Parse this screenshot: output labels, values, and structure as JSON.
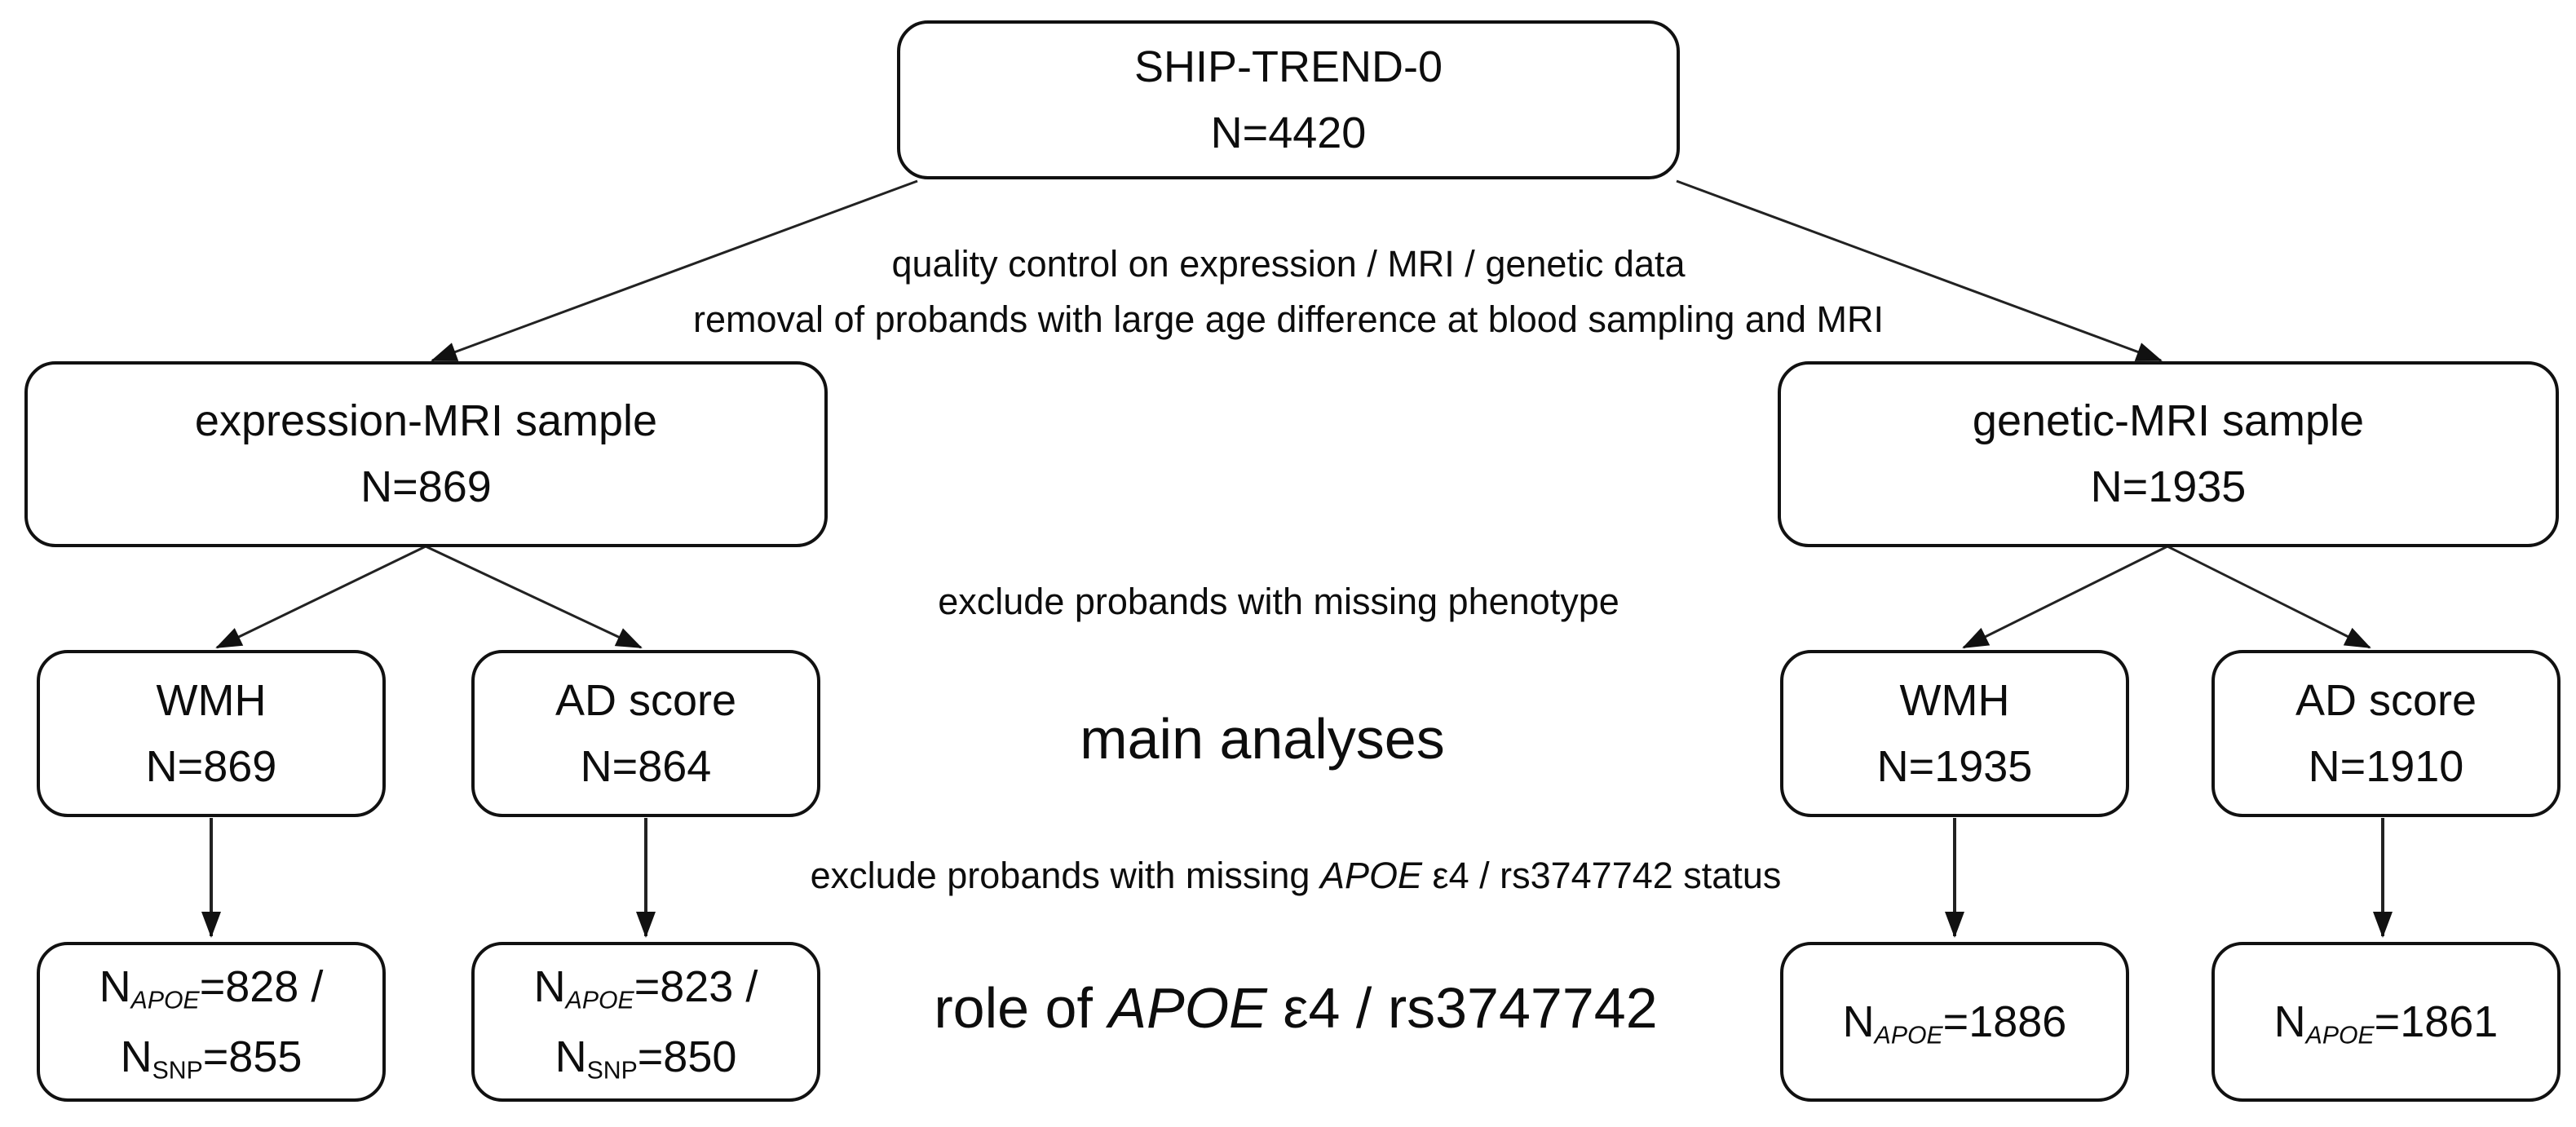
{
  "diagram": {
    "colors": {
      "background": "#ffffff",
      "line": "#111111",
      "text": "#0d0d0d"
    },
    "nodes": {
      "root": {
        "line1": "SHIP-TREND-0",
        "line2": "N=4420"
      },
      "expression_sample": {
        "line1": "expression-MRI sample",
        "line2": "N=869"
      },
      "genetic_sample": {
        "line1": "genetic-MRI sample",
        "line2": "N=1935"
      },
      "wmh_expression": {
        "line1": "WMH",
        "line2": "N=869"
      },
      "ad_expression": {
        "line1": "AD score",
        "line2": "N=864"
      },
      "wmh_genetic": {
        "line1": "WMH",
        "line2": "N=1935"
      },
      "ad_genetic": {
        "line1": "AD score",
        "line2": "N=1910"
      },
      "n_expression_wmh": {
        "n1": "N",
        "sub1": "APOE",
        "val1": "=828 /",
        "n2": "N",
        "sub2": "SNP",
        "val2": "=855"
      },
      "n_expression_ad": {
        "n1": "N",
        "sub1": "APOE",
        "val1": "=823 /",
        "n2": "N",
        "sub2": "SNP",
        "val2": "=850"
      },
      "n_genetic_wmh": {
        "n": "N",
        "sub": "APOE",
        "val": "=1886"
      },
      "n_genetic_ad": {
        "n": "N",
        "sub": "APOE",
        "val": "=1861"
      }
    },
    "annotations": {
      "qc_line1": "quality control on expression / MRI / genetic data",
      "qc_line2": "removal of probands with large age difference at blood sampling and MRI",
      "exclude_phenotype": "exclude probands with missing phenotype",
      "main_analyses": "main analyses",
      "exclude_apoe_prefix": "exclude probands with missing ",
      "exclude_apoe_gene": "APOE",
      "exclude_apoe_suffix": " ε4 / rs3747742 status",
      "role_prefix": "role of ",
      "role_gene": "APOE",
      "role_suffix": " ε4 / rs3747742"
    }
  }
}
